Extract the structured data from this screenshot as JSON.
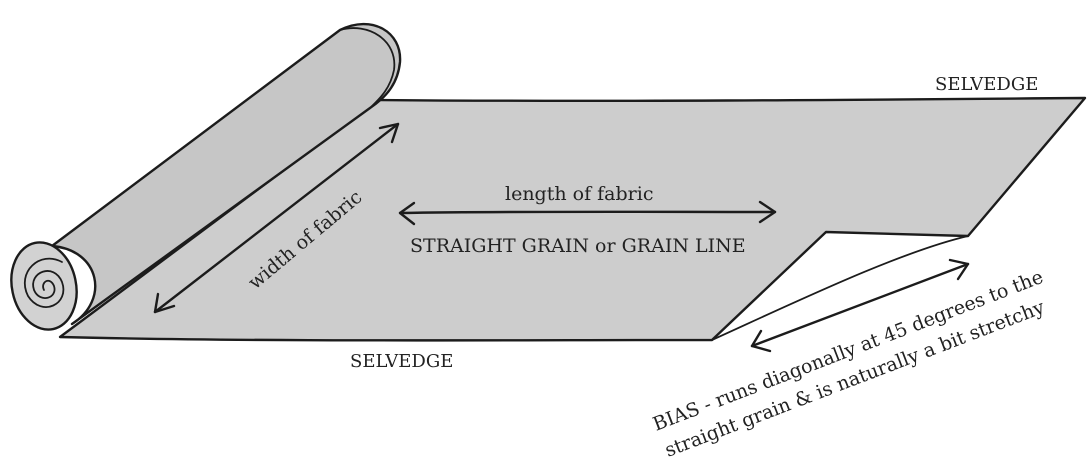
{
  "labels": {
    "selvedge_top": "SELVEDGE",
    "selvedge_bottom": "SELVEDGE",
    "width": "width of fabric",
    "length": "length of fabric",
    "straight_grain": "STRAIGHT GRAIN or GRAIN LINE",
    "bias_line1": "BIAS - runs diagonally at 45 degrees to the",
    "bias_line2": "straight grain & is naturally a bit stretchy"
  },
  "colors": {
    "fabric": "#cdcdcd",
    "ink": "#1c1c1c"
  }
}
